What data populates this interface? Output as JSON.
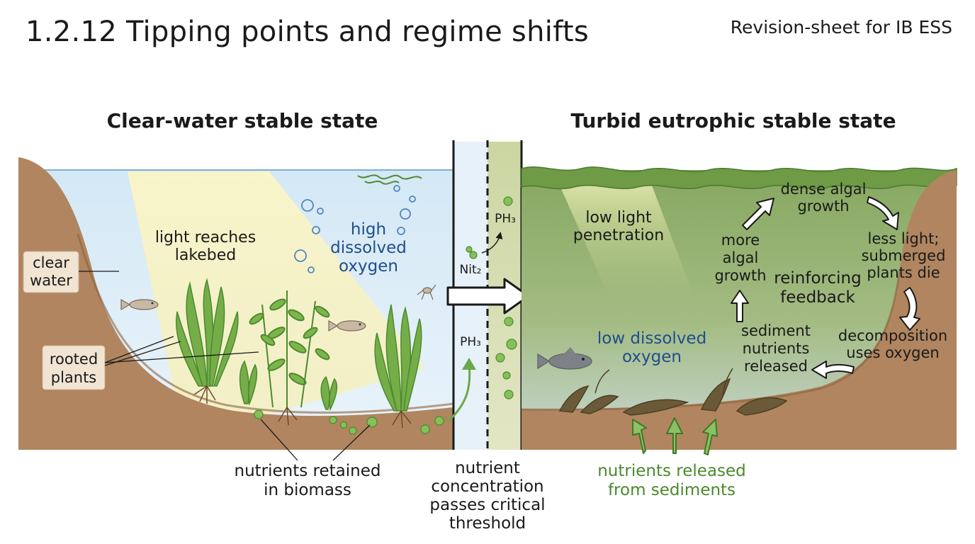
{
  "title": "1.2.12 Tipping points and regime shifts",
  "subtitle": "Revision-sheet for IB ESS",
  "left_panel": {
    "heading": "Clear-water stable state",
    "labels": {
      "clear_water": [
        "clear",
        "water"
      ],
      "light": [
        "light reaches",
        "lakebed"
      ],
      "oxygen": [
        "high",
        "dissolved",
        "oxygen"
      ],
      "rooted_plants": [
        "rooted",
        "plants"
      ],
      "nutrients_retained": [
        "nutrients retained",
        "in biomass"
      ]
    }
  },
  "transition": {
    "chem_top": "PH₃",
    "chem_mid": "Nit₂",
    "chem_bottom": "PH₃",
    "caption": [
      "nutrient",
      "concentration",
      "passes critical",
      "threshold"
    ]
  },
  "right_panel": {
    "heading": "Turbid eutrophic stable state",
    "labels": {
      "low_light": [
        "low light",
        "penetration"
      ],
      "low_oxygen": [
        "low dissolved",
        "oxygen"
      ],
      "nutrients_released": [
        "nutrients released",
        "from sediments"
      ]
    },
    "feedback_loop": {
      "center": [
        "reinforcing",
        "feedback"
      ],
      "dense_growth": [
        "dense algal",
        "growth"
      ],
      "less_light": [
        "less light;",
        "submerged",
        "plants die"
      ],
      "decomposition": [
        "decomposition",
        "uses oxygen"
      ],
      "sediment": [
        "sediment",
        "nutrients",
        "released"
      ],
      "more_growth": [
        "more",
        "algal",
        "growth"
      ]
    }
  },
  "colors": {
    "ink": "#1a1a1a",
    "blue_text": "#1f4e8c",
    "green_text": "#4a8a2c",
    "soil": "#b08560",
    "soil_dark": "#8c6440",
    "clear_water": "#dcecf6",
    "turbid_water": "#8fb070",
    "label_box": "#f1e4d2",
    "plant": "#5f9a3a",
    "dead_plant": "#6b5a38"
  }
}
